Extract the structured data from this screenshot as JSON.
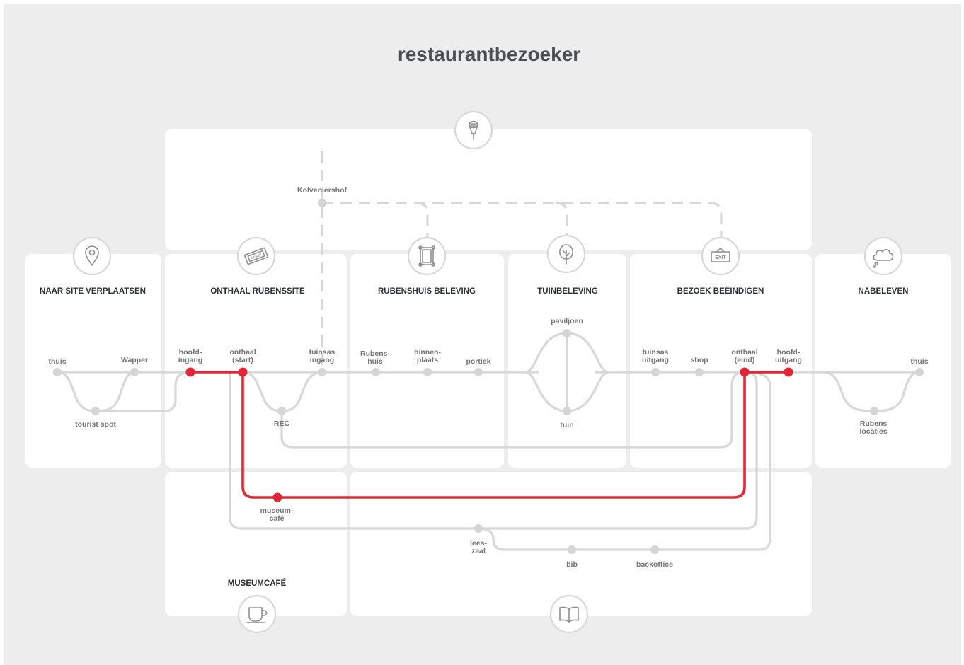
{
  "title": "restaurantbezoeker",
  "sections": {
    "naar_site": "NAAR SITE VERPLAATSEN",
    "onthaal": "ONTHAAL RUBENSSITE",
    "rubenshuis": "RUBENSHUIS BELEVING",
    "tuin": "TUINBELEVING",
    "bezoek": "BEZOEK BEËINDIGEN",
    "nabeleven": "NABELEVEN",
    "museumcafe": "MUSEUMCAFÉ"
  },
  "stops": {
    "thuis_start": "thuis",
    "wapper": "Wapper",
    "tourist_spot": "tourist spot",
    "hoofdingang": [
      "hoofd-",
      "ingang"
    ],
    "onthaal_start": [
      "onthaal",
      "(start)"
    ],
    "rec": "REC",
    "tuinsas_ingang": [
      "tuinsas",
      "ingang"
    ],
    "kolveniershof": "Kolveniershof",
    "rubenshuis": [
      "Rubens-",
      "huis"
    ],
    "binnenplaats": [
      "binnen-",
      "plaats"
    ],
    "portiek": "portiek",
    "paviljoen": "paviljoen",
    "tuin": "tuin",
    "tuinsas_uitgang": [
      "tuinsas",
      "uitgang"
    ],
    "shop": "shop",
    "onthaal_eind": [
      "onthaal",
      "(eind)"
    ],
    "hoofduitgang": [
      "hoofd-",
      "uitgang"
    ],
    "thuis_end": "thuis",
    "rubens_locaties": [
      "Rubens",
      "locaties"
    ],
    "museumcafe": [
      "museum-",
      "café"
    ],
    "leeszaal": [
      "lees-",
      "zaal"
    ],
    "bib": "bib",
    "backoffice": "backoffice"
  },
  "icons": {
    "exit_sign_text": "EXIT",
    "ticket_text": "TICKET"
  },
  "colors": {
    "route": "#e32636",
    "track": "#d7d8d7",
    "background": "#ededed",
    "panel": "#ffffff"
  }
}
